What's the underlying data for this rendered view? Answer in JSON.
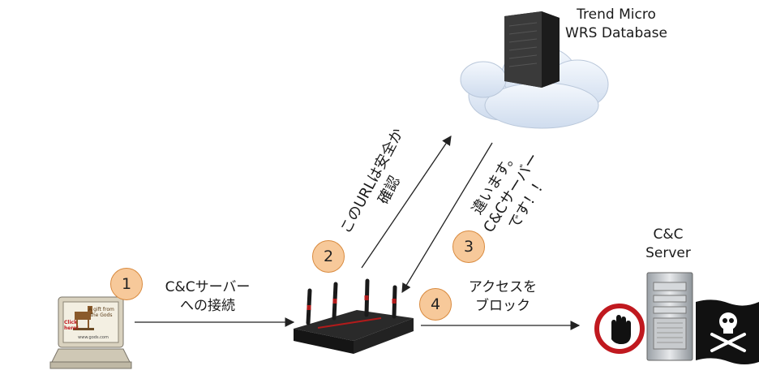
{
  "database": {
    "line1": "Trend Micro",
    "line2": "WRS Database"
  },
  "server": {
    "line1": "C&C",
    "line2": "Server"
  },
  "steps": [
    {
      "number": "1",
      "line1": "C&Cサーバー",
      "line2": "への接続"
    },
    {
      "number": "2",
      "line1": "このURLは安全か",
      "line2": "確認"
    },
    {
      "number": "3",
      "line1": "違います。",
      "line2": "C&Cサーバー",
      "line3": "です！！"
    },
    {
      "number": "4",
      "line1": "アクセスを",
      "line2": "ブロック"
    }
  ],
  "laptop_screen": {
    "line1": "A gift from",
    "line2": "the Gods",
    "click": "Click here!",
    "url": "www.gods.com"
  },
  "colors": {
    "badge_fill": "#f7c99a",
    "stop_red": "#c0191f",
    "cloud": "#dfe9f6",
    "router": "#1e1e1e",
    "router_accent": "#b21b1b"
  }
}
